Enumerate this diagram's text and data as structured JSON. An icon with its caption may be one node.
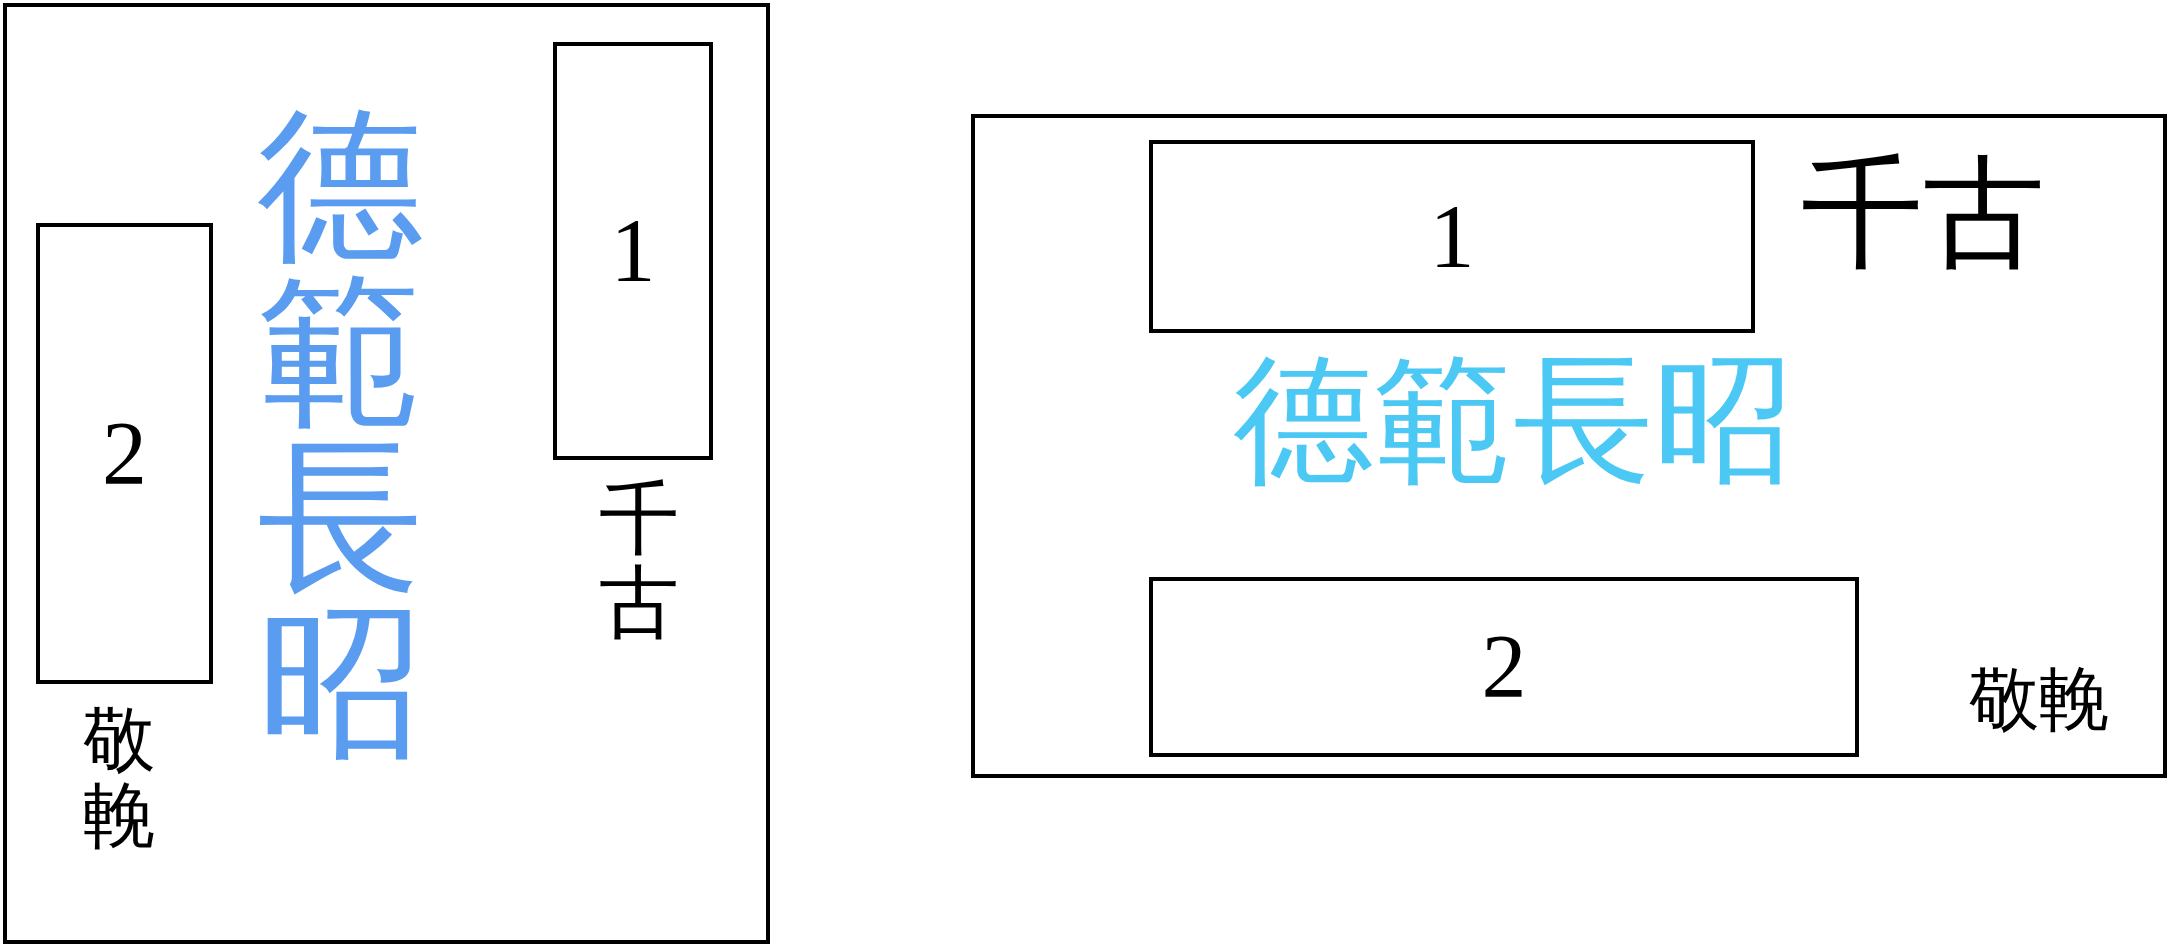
{
  "diagram": {
    "nodes": [
      {
        "text": [],
        "shape": "box"
      },
      {
        "text": [
          "1"
        ],
        "in": 0,
        "beside": [
          "千古"
        ]
      },
      {
        "text": [
          "2"
        ],
        "in": 0,
        "beside": [
          "敬輓"
        ]
      },
      {
        "text": [],
        "shape": "box"
      },
      {
        "text": [
          "1"
        ],
        "in": 3,
        "beside": [
          "千古"
        ]
      },
      {
        "text": [
          "2"
        ],
        "in": 3,
        "beside": [
          "敬輓"
        ]
      }
    ],
    "edges": [],
    "labels": [
      "德範長昭",
      "德範長昭"
    ]
  }
}
